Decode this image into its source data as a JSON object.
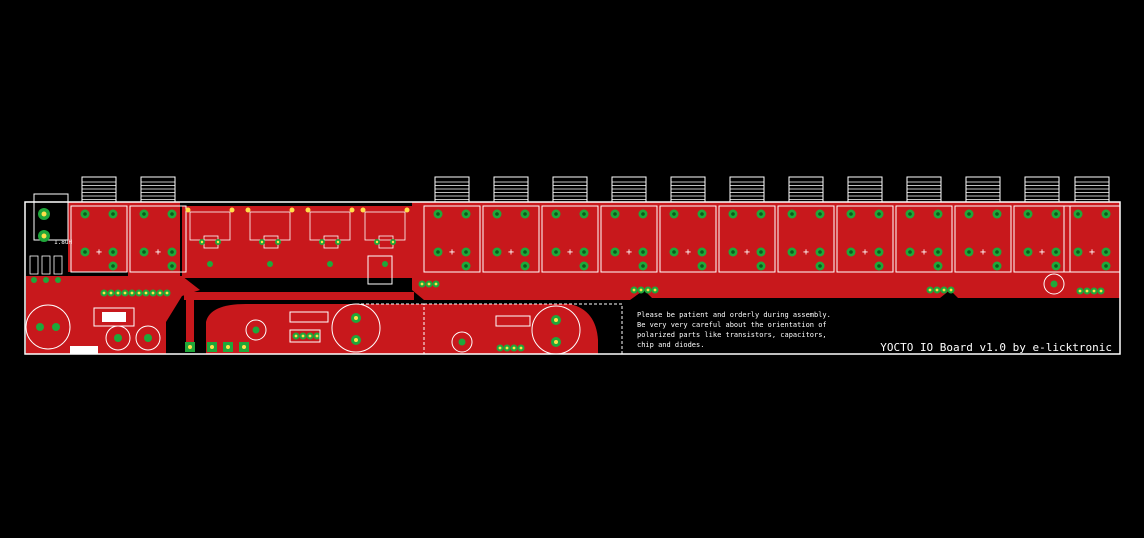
{
  "board": {
    "title": "YOCTO IO Board v1.0 by e-licktronic",
    "notes": [
      "Please be patient and orderly during assembly.",
      "Be very very careful about the orientation of",
      "polarized parts like transistors, capacitors,",
      "chip and diodes."
    ],
    "component_label": "1.8uH",
    "jack_count": 14
  },
  "colors": {
    "background": "#000000",
    "copper": "#c8181c",
    "silkscreen": "#ffffff",
    "pad": "#1fa83a",
    "pad_hole": "#ffe04a"
  },
  "icons": {
    "jack": "jack-connector-icon",
    "pad": "solder-pad-icon",
    "cap": "electrolytic-capacitor-icon"
  }
}
